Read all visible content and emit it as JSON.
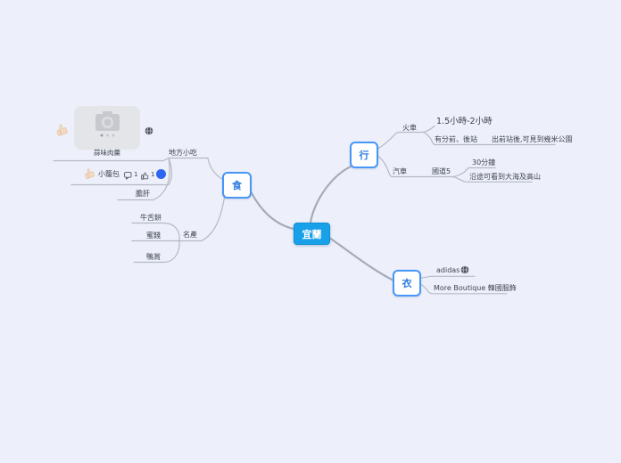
{
  "colors": {
    "background": "#edf0fa",
    "root_fill": "#18a0e8",
    "topic_border_blue": "#4796f8",
    "topic_text_blue": "#2e7ce0",
    "avatar_blue": "#2c66f2",
    "branch_line": "#a6abb7",
    "child_line": "#b4b9c4"
  },
  "mindmap": {
    "root": "宜蘭",
    "main_topics": {
      "food": "食",
      "transport": "行",
      "clothing": "衣"
    },
    "food_branch": {
      "local_snacks": "地方小吃",
      "snack_image_caption": "蒜味肉羹",
      "xiaolongbao": "小籠包",
      "xiaolongbao_comment_count": "1",
      "xiaolongbao_like_count": "1",
      "dan_gan": "膽肝",
      "specialties": "名產",
      "beef_tongue_cookie": "牛舌餅",
      "candied_fruit": "蜜餞",
      "duck_shang": "鴨賞"
    },
    "transport_branch": {
      "train": "火車",
      "train_duration": "1.5小時-2小時",
      "train_stations": "有分前、後站",
      "train_note": "出前站後,可見到幾米公園",
      "car": "汽車",
      "highway": "國道5",
      "car_duration": "30分鐘",
      "car_note": "沿途可看到大海及高山"
    },
    "clothing_branch": {
      "adidas": "adidas",
      "more_boutique": "More Boutique 韓國服飾"
    }
  }
}
